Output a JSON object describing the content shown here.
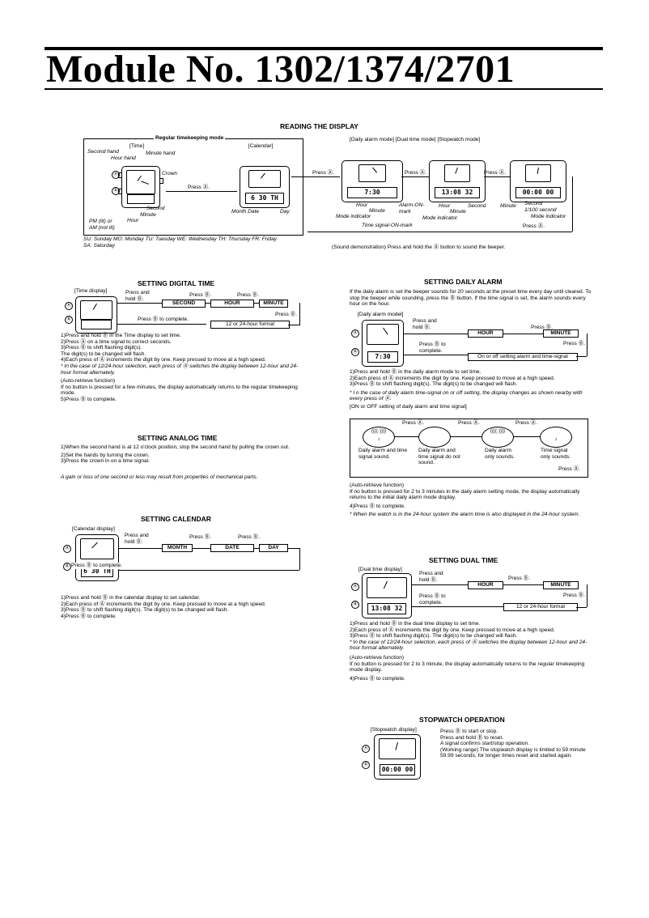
{
  "header": {
    "title": "Module No. 1302/1374/2701"
  },
  "reading": {
    "heading": "READING THE DISPLAY",
    "regular_mode": "Regular timekeeping mode",
    "time_label": "[Time]",
    "calendar_label": "[Calendar]",
    "mode_tabs": "[Daily alarm mode] [Dual time mode] [Stopwatch mode]",
    "second_hand": "Second hand",
    "hour_hand": "Hour hand",
    "minute_hand": "Minute hand",
    "crown": "Crown",
    "press_a": "Press Ⓐ.",
    "second": "Second",
    "minute": "Minute",
    "hour": "Hour",
    "pm_lit": "PM (lit) or",
    "am_not_lit": "AM (not lit)",
    "month_date": "Month Date",
    "day": "Day",
    "cal_lcd": "6 30 TH",
    "alarm_lcd": "7:30",
    "dual_lcd": "13:08 32",
    "sw_lcd": "00:00 00",
    "alarm_on_mark": "Alarm-ON-mark",
    "mode_indicator": "Mode indicator",
    "time_signal_on": "Time signal-ON-mark",
    "hundredth": "1/100 second",
    "days_line1": "SU: Sunday MO: Monday TU: Tuesday WE: Wednesday TH: Thursday FR: Friday",
    "days_line2": "SA: Saturday",
    "sound_demo": "(Sound demonstration) Press and hold the Ⓐ button to sound the beeper."
  },
  "digital": {
    "heading": "SETTING DIGITAL TIME",
    "display_label": "[Time display]",
    "press_hold": "Press and hold Ⓑ.",
    "press_b": "Press Ⓑ.",
    "press_b_complete": "Press Ⓑ to complete.",
    "box_second": "SECOND",
    "box_hour": "HOUR",
    "box_minute": "MINUTE",
    "box_format": "12 or 24-hour format",
    "steps": [
      "1)Press and hold Ⓑ in the Time display to set time.",
      "2)Press Ⓐ on a time signal to correct seconds.",
      "3)Press Ⓑ to shift flashing digit(s).",
      "   The digit(s) to be changed will flash.",
      "4)Each press of Ⓐ increments the digit by one.  Keep pressed to move at a high speed."
    ],
    "note": "* In the case of 12/24-hour selection, each press of Ⓐ switches the display between 12-hour and 24-hour format alternately.",
    "auto_head": "(Auto-retrieve function)",
    "auto_text": "If no button is pressed for a few minutes, the display automatically returns to the regular timekeeping mode.",
    "step5": "5)Press Ⓑ to complete."
  },
  "analog": {
    "heading": "SETTING ANALOG TIME",
    "steps": [
      "1)When the second hand is at 12 o'clock position, stop the second hand by pulling the crown out.",
      "2)Set the hands by turning the crown.",
      "3)Press the crown in on a time signal."
    ],
    "note": "A gain or loss of one second or less may result from properties of mechanical parts."
  },
  "calendar": {
    "heading": "SETTING CALENDAR",
    "display_label": "[Calendar display]",
    "press_hold": "Press and hold Ⓑ.",
    "press_b": "Press Ⓑ.",
    "press_b_complete": "Press Ⓑ to complete.",
    "box_month": "MONTH",
    "box_date": "DATE",
    "box_day": "DAY",
    "lcd": "6 30 TH",
    "steps": [
      "1)Press and hold Ⓑ in the calendar display to set calendar.",
      "2)Each press of Ⓐ increments the digit by one.  Keep pressed to move at a high speed.",
      "3)Press Ⓑ to shift flashing digit(s).  The digit(s) to be changed will flash.",
      "4)Press Ⓑ to complete."
    ]
  },
  "alarm": {
    "heading": "SETTING DAILY ALARM",
    "intro": "If the daily alarm is set the beeper sounds for 20 seconds at the preset time every day until cleared.  To stop the beeper while sounding, press the Ⓑ button.  If the time signal is set, the alarm sounds every hour on the hour.",
    "display_label": "[Daily alarm model]",
    "press_hold": "Press and hold Ⓑ.",
    "press_b": "Press Ⓑ.",
    "press_b_complete": "Press Ⓑ to complete.",
    "box_hour": "HOUR",
    "box_minute": "MINUTE",
    "box_onoff": "On or off setting alarm and time-signal",
    "lcd": "7:30",
    "steps": [
      "1)Press and hold Ⓑ in the daily alarm mode to set time.",
      "2)Each press of Ⓐ increments the digit by one.  Keep pressed to move at a high speed.",
      "3)Press Ⓑ to shift flashing digit(s).  The digit(s) to be changed will flash."
    ],
    "note": "* I n the case of daily alarm time-signal on or off setting, the display changes as shown nearby with every press of Ⓐ.",
    "onoff_head": "[ON or OFF setting of daily alarm and time signal]",
    "press_a": "Press Ⓐ.",
    "state1": "Daily alarm and time signal sound.",
    "state2": "Daily alarm and time signal do not sound.",
    "state3": "Daily alarm only sounds.",
    "state4": "Time signal only sounds.",
    "auto_head": "(Auto-retrieve function)",
    "auto_text": "If no button is pressed for 2 to 3 minutes in the daily alarm setting mode, the display automatically returns to the initial daily alarm mode display.",
    "step4": "4)Press Ⓑ to complete.",
    "note2": "* When the watch is in the 24-hour system the alarm time is also displayed in the 24-hour system."
  },
  "dual": {
    "heading": "SETTING DUAL TIME",
    "display_label": "[Dual time display]",
    "press_hold": "Press and hold Ⓑ.",
    "press_b": "Press Ⓑ.",
    "press_b_complete": "Press Ⓑ to complete.",
    "box_hour": "HOUR",
    "box_minute": "MINUTE",
    "box_format": "12 or 24-hour format",
    "lcd": "13:08 32",
    "steps": [
      "1)Press and hold Ⓑ in the dual time display to set time.",
      "2)Each press of Ⓐ increments the digit by one.  Keep pressed to move at a high speed.",
      "3)Press Ⓑ to shift flashing digit(s).  The digit(s) to be changed will flash."
    ],
    "note": "* In the case of 12/24-hour selection, each press of Ⓐ switches the display between 12-hour and 24-hour format alternately.",
    "auto_head": "(Auto-retrieve function)",
    "auto_text": "If no button is pressed for 2 to 3 minute, the display automatically returns to the regular timekeeping mode display.",
    "step4": "4)Press Ⓑ to complete."
  },
  "stopwatch": {
    "heading": "STOPWATCH OPERATION",
    "display_label": "[Stopwatch display]",
    "lcd": "00:00 00",
    "lines": [
      "Press Ⓑ to start or stop.",
      "Press and hold Ⓑ to reset.",
      "A signal confirms start/stop operation.",
      "(Working range) The stopwatch display is limited to 59 minute 59.99 seconds, for longer times reset and started again."
    ]
  },
  "buttons": {
    "a": "Ⓐ",
    "b": "Ⓑ"
  }
}
